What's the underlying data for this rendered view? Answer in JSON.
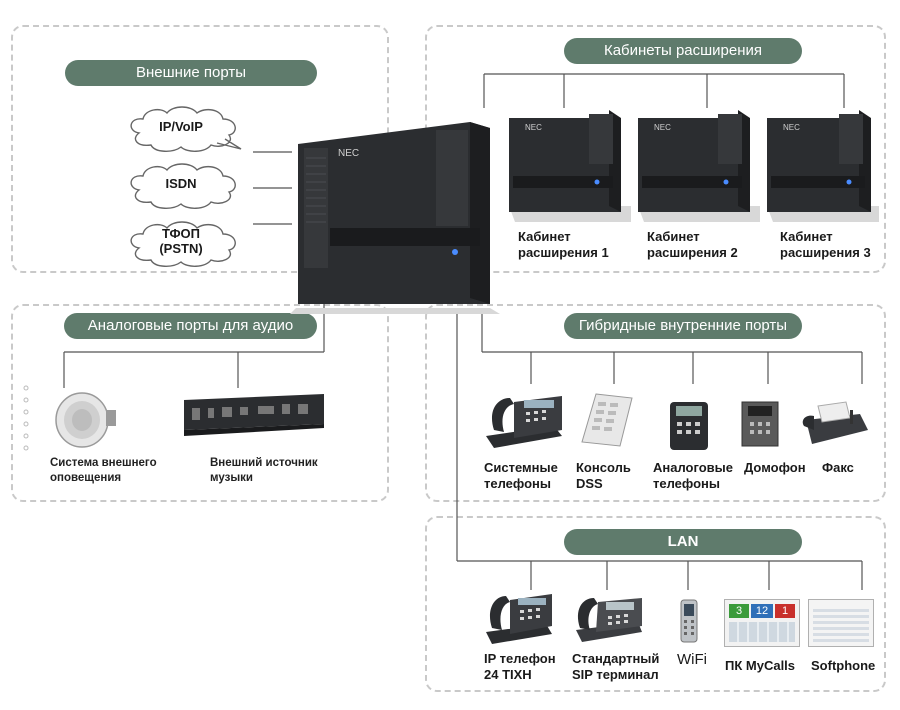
{
  "external_ports": {
    "title": "Внешние порты",
    "items": [
      "IP/VoIP",
      "ISDN",
      "ТФОП\n(PSTN)"
    ]
  },
  "expansion": {
    "title": "Кабинеты расширения",
    "brand": "NEC",
    "cabinets": [
      "Кабинет\nрасширения 1",
      "Кабинет\nрасширения 2",
      "Кабинет\nрасширения 3"
    ]
  },
  "analog_audio": {
    "title": "Аналоговые порты для аудио",
    "items": [
      "Система внешнего\nоповещения",
      "Внешний источник\nмузыки"
    ]
  },
  "hybrid": {
    "title": "Гибридные внутренние порты",
    "items": [
      "Системные\nтелефоны",
      "Консоль\nDSS",
      "Аналоговые\nтелефоны",
      "Домофон",
      "Факс"
    ]
  },
  "lan": {
    "title": "LAN",
    "items": [
      "IP телефон\n24 TIXH",
      "Стандартный\nSIP терминал",
      "WiFi",
      "ПК MyCalls",
      "Softphone"
    ],
    "mycalls_counters": [
      "3",
      "12",
      "1"
    ]
  },
  "main_unit": {
    "brand": "NEC"
  },
  "colors": {
    "pill": "#5f7b6c",
    "dashed_border": "#c9c9c9",
    "device_body": "#2b2d30",
    "led": "#4a8cff"
  }
}
